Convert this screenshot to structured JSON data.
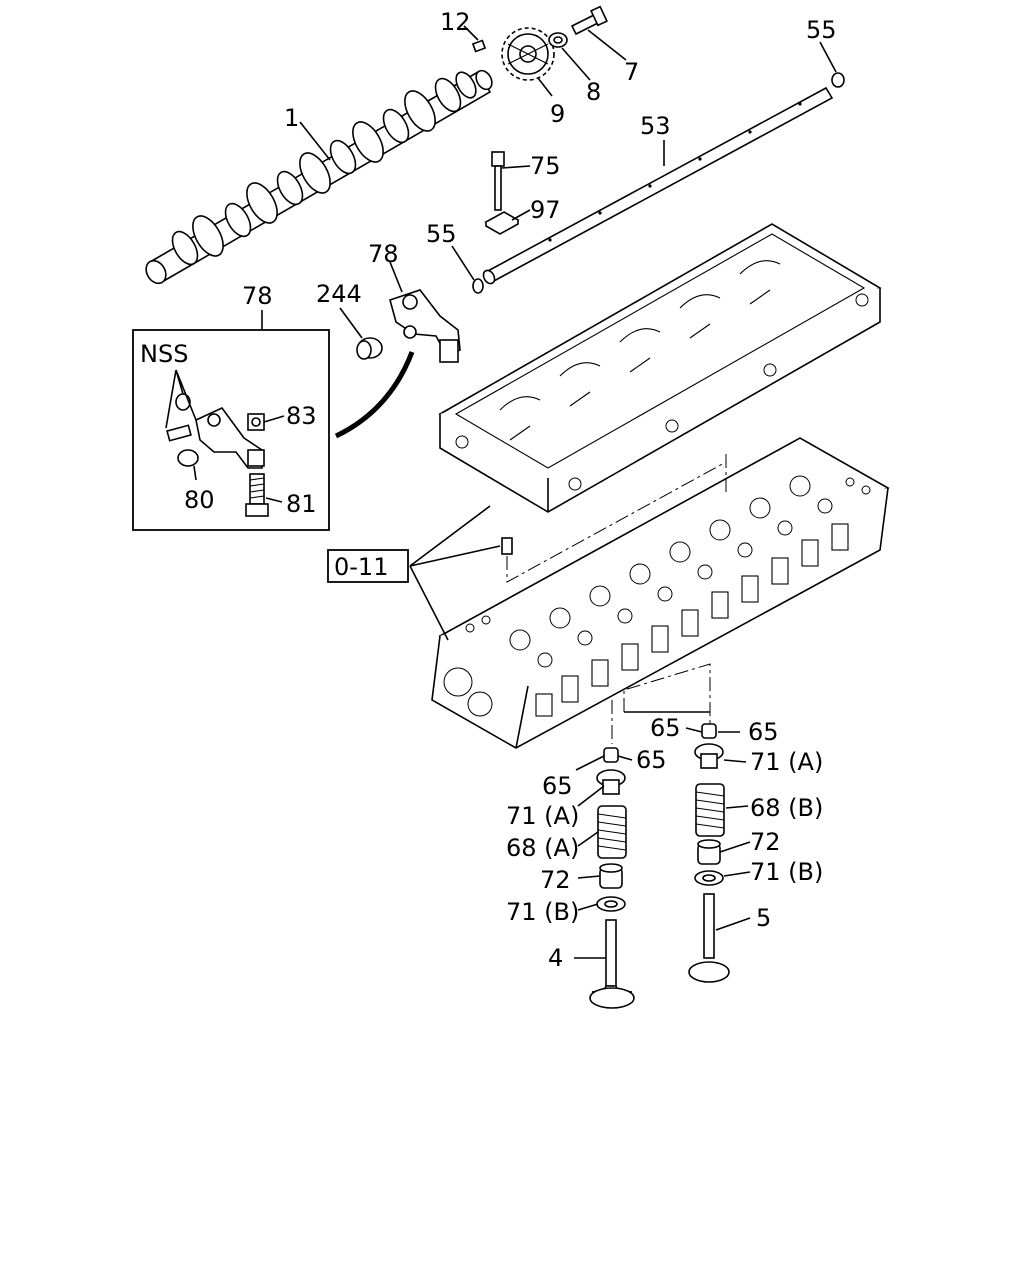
{
  "labels": {
    "l12": "12",
    "l7": "7",
    "l8": "8",
    "l9": "9",
    "l55_top": "55",
    "l1": "1",
    "l53": "53",
    "l75": "75",
    "l97": "97",
    "l55_mid": "55",
    "l78_arm": "78",
    "l244": "244",
    "l78_box": "78",
    "nss": "NSS",
    "l83": "83",
    "l80": "80",
    "l81": "81",
    "ref_box": "0-11",
    "l65_r1": "65",
    "l65_r2": "65",
    "l71a_r": "71 (A)",
    "l68b_r": "68 (B)",
    "l72_r": "72",
    "l71b_r": "71 (B)",
    "l5": "5",
    "l65_l1": "65",
    "l65_l2": "65",
    "l71a_l": "71 (A)",
    "l68a_l": "68 (A)",
    "l72_l": "72",
    "l71b_l": "71 (B)",
    "l4": "4"
  },
  "icons": [
    "camshaft",
    "cam-gear",
    "bolt",
    "washer",
    "rocker-shaft",
    "rocker-arm",
    "camshaft-carrier",
    "cylinder-head",
    "valve-spring",
    "valve"
  ]
}
